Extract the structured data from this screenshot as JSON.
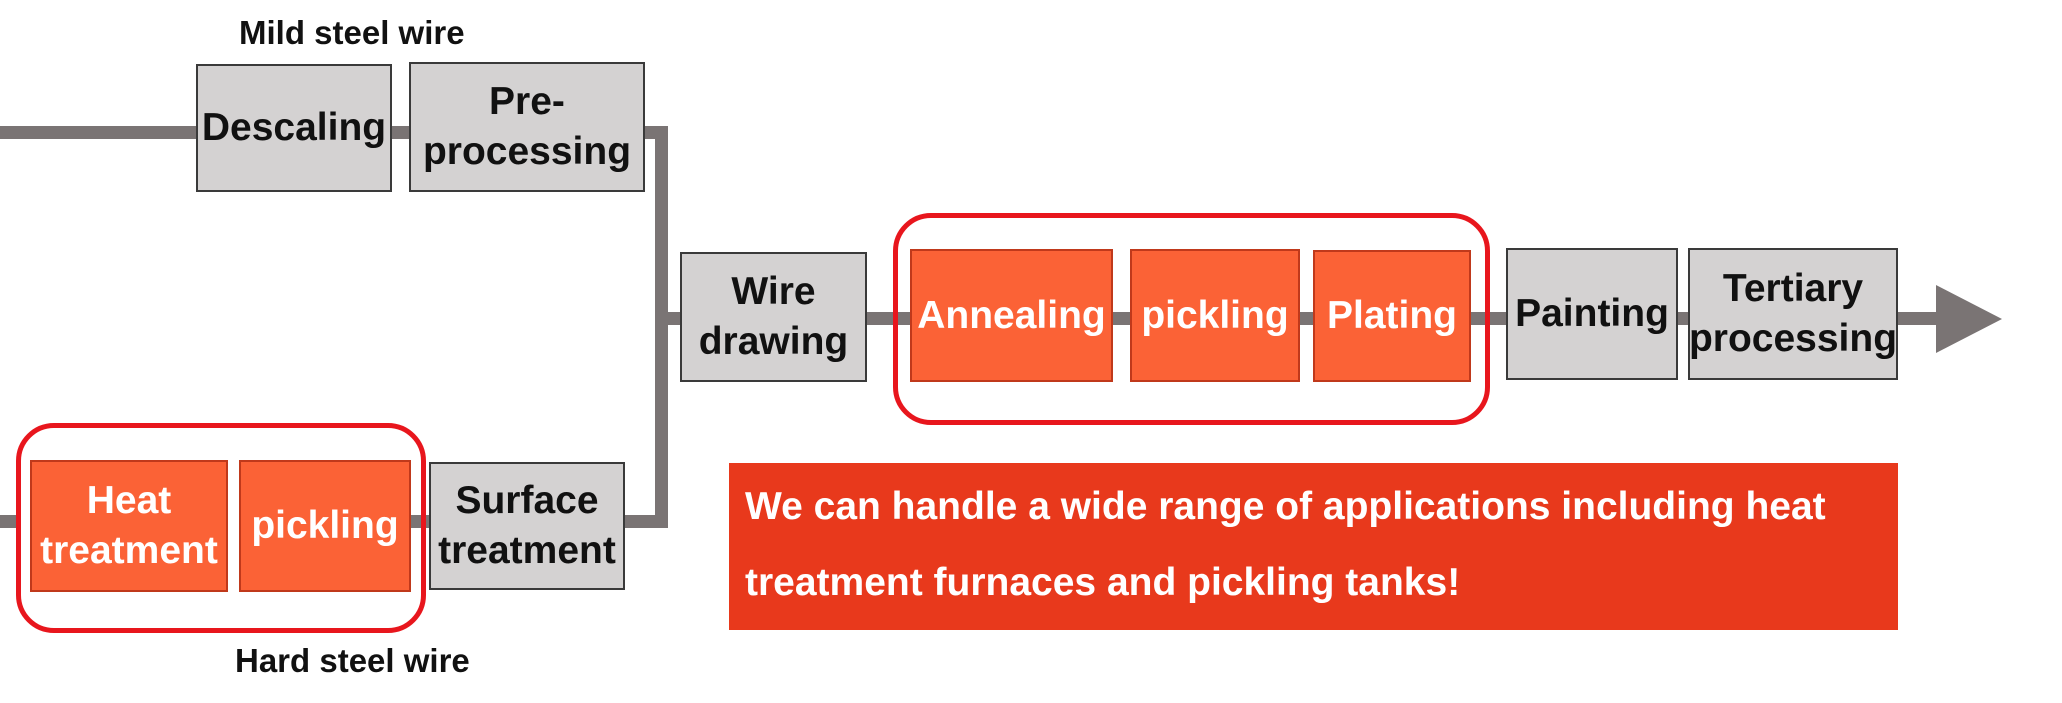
{
  "labels": {
    "mild": "Mild steel wire",
    "hard": "Hard steel wire"
  },
  "boxes": {
    "descaling": "Descaling",
    "preprocessing_1": "Pre-",
    "preprocessing_2": "processing",
    "heat_1": "Heat",
    "heat_2": "treatment",
    "pickling_hard": "pickling",
    "surface_1": "Surface",
    "surface_2": "treatment",
    "wire_1": "Wire",
    "wire_2": "drawing",
    "annealing": "Annealing",
    "pickling_main": "pickling",
    "plating": "Plating",
    "painting": "Painting",
    "tertiary_1": "Tertiary",
    "tertiary_2": "processing"
  },
  "callout": {
    "line1": "We can handle a wide range of applications including heat",
    "line2": "treatment furnaces and pickling tanks!"
  },
  "colors": {
    "line": "#7a7474",
    "gray_box": "#d4d2d2",
    "orange_box": "#fb6236",
    "highlight": "#e8161d",
    "callout": "#e8391c"
  }
}
